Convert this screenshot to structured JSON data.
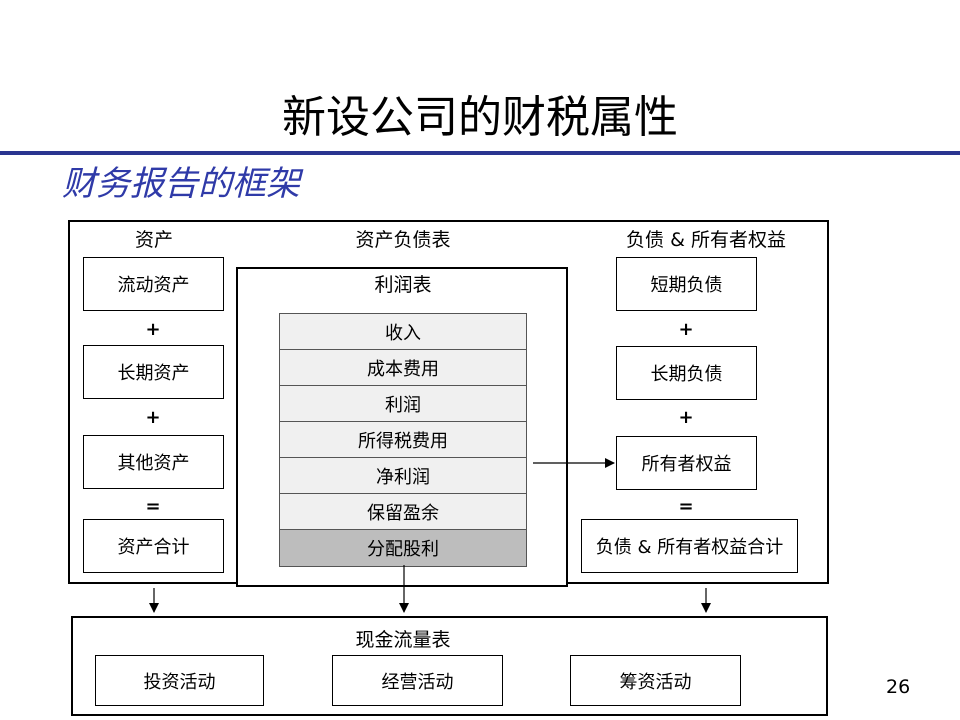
{
  "title": "新设公司的财税属性",
  "subtitle": "财务报告的框架",
  "page_number": "26",
  "balance_sheet": {
    "label": "资产负债表",
    "assets": {
      "label": "资产",
      "items": [
        "流动资产",
        "长期资产",
        "其他资产",
        "资产合计"
      ],
      "operators": [
        "+",
        "+",
        "="
      ]
    },
    "liabilities": {
      "label": "负债 & 所有者权益",
      "items": [
        "短期负债",
        "长期负债",
        "所有者权益",
        "负债 & 所有者权益合计"
      ],
      "operators": [
        "+",
        "+",
        "="
      ]
    }
  },
  "income_statement": {
    "label": "利润表",
    "rows": [
      "收入",
      "成本费用",
      "利润",
      "所得税费用",
      "净利润",
      "保留盈余",
      "分配股利"
    ]
  },
  "cash_flow": {
    "label": "现金流量表",
    "items": [
      "投资活动",
      "经营活动",
      "筹资活动"
    ]
  }
}
